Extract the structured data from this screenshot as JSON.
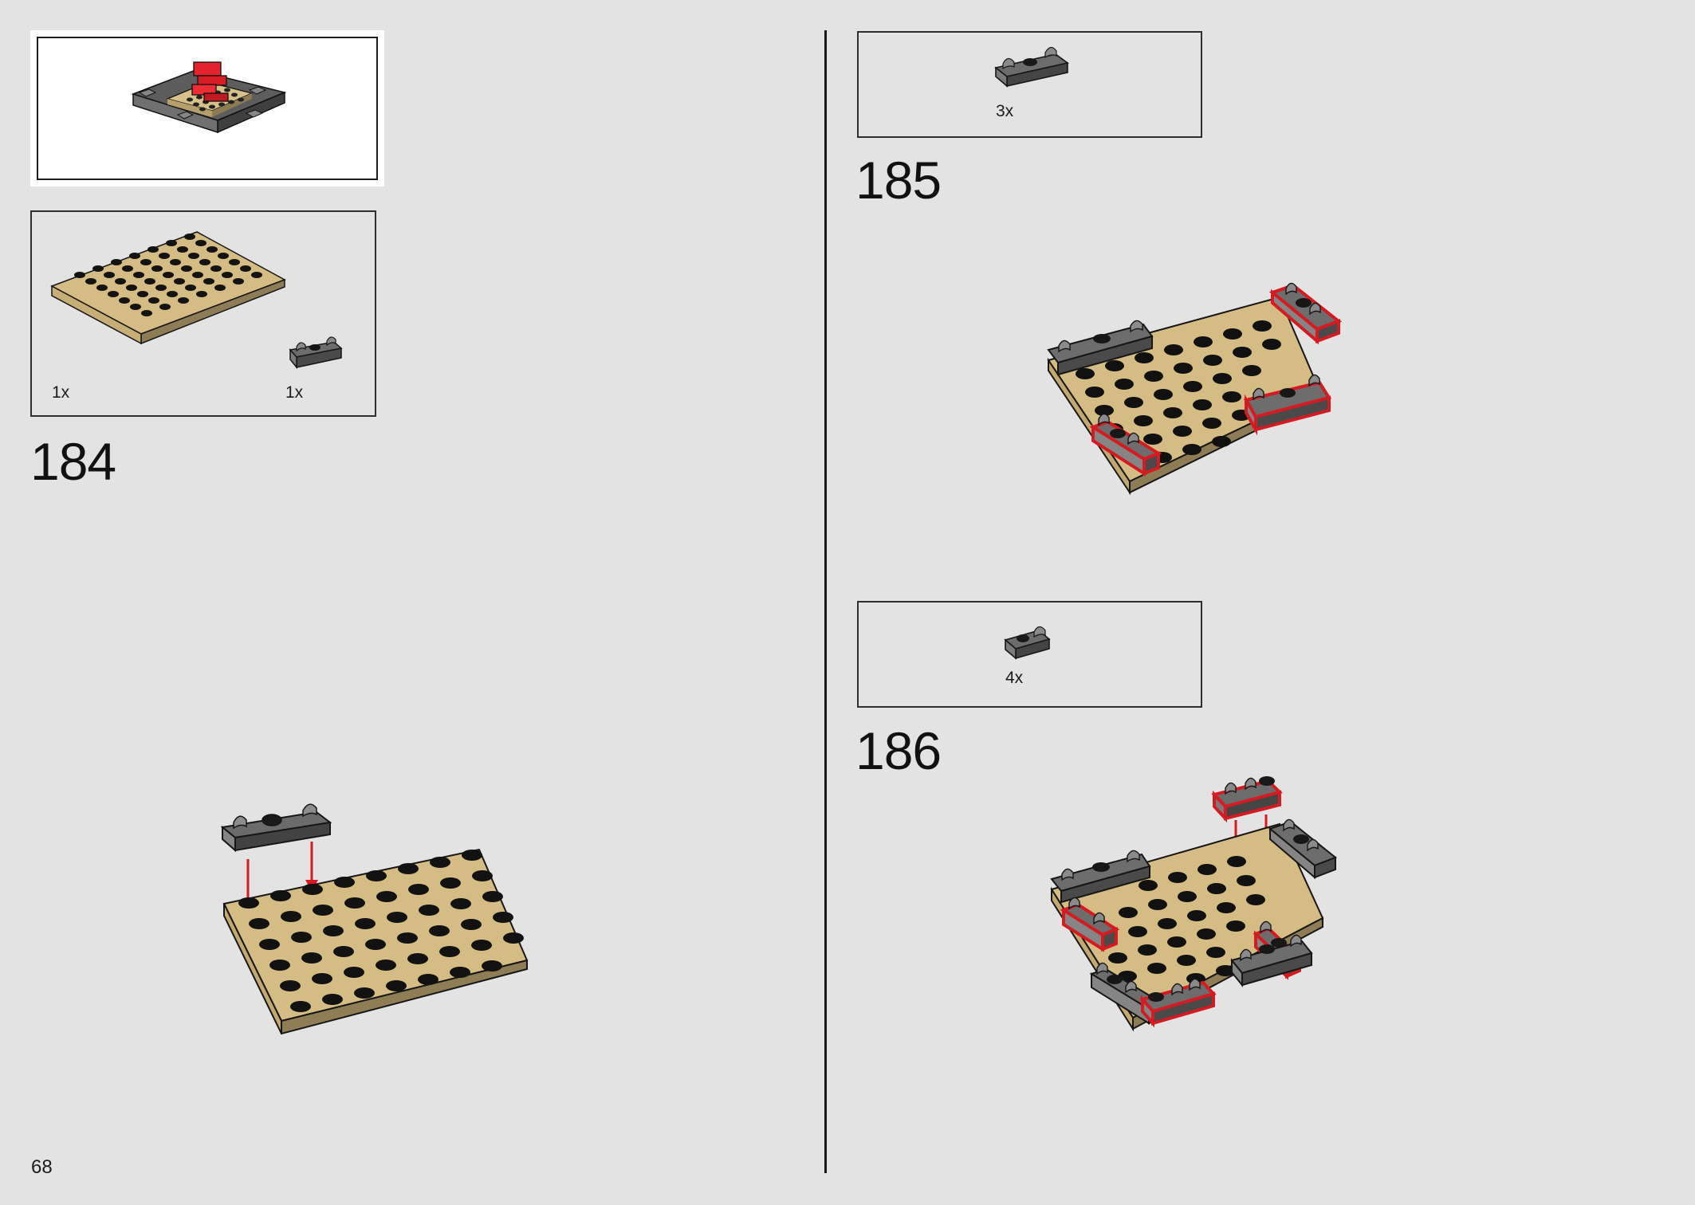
{
  "page": {
    "page_number": "68"
  },
  "steps": [
    {
      "number": "184",
      "parts": [
        {
          "quantity": "1x",
          "part": "tan-8x8-plate"
        },
        {
          "quantity": "1x",
          "part": "dark-gray-clip-plate"
        }
      ]
    },
    {
      "number": "185",
      "parts": [
        {
          "quantity": "3x",
          "part": "dark-gray-clip-plate"
        }
      ]
    },
    {
      "number": "186",
      "parts": [
        {
          "quantity": "4x",
          "part": "dark-gray-clip-plate"
        }
      ]
    }
  ],
  "colors": {
    "background": "#e3e3e3",
    "tan": "#d4bb83",
    "dark_gray": "#6d6d6d",
    "black_stud": "#111111",
    "highlight_red": "#d51a21",
    "bright_red": "#e3232d"
  },
  "icons": {
    "overview": "completed-model-preview-icon",
    "plate": "tan-plate-icon",
    "clip": "clip-plate-icon",
    "arrow": "red-arrow-icon"
  }
}
